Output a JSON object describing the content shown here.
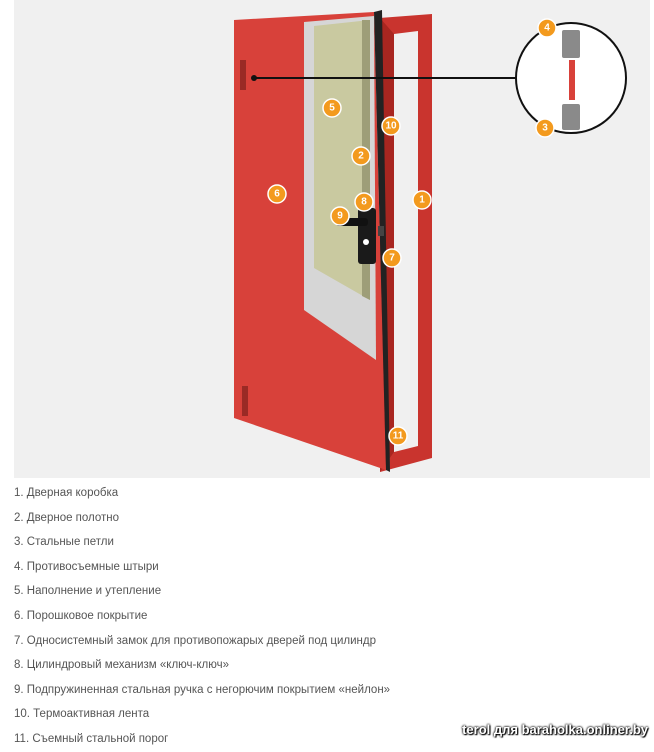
{
  "colors": {
    "frame": "#c9342e",
    "frame_dark": "#a82620",
    "leaf": "#d8413a",
    "insulation": "#c9c9a0",
    "panel": "#d6d6d6",
    "callout": "#f39a1e",
    "background": "#f0f0f0"
  },
  "diagram": {
    "callouts": [
      "5",
      "10",
      "2",
      "6",
      "1",
      "8",
      "9",
      "7",
      "11"
    ],
    "detail_callouts": [
      "4",
      "3"
    ]
  },
  "legend": [
    "1. Дверная коробка",
    "2. Дверное полотно",
    "3. Стальные петли",
    "4. Противосъемные штыри",
    "5. Наполнение и утепление",
    "6. Порошковое покрытие",
    "7. Односистемный замок для противопожарых дверей под цилиндр",
    "8. Цилиндровый механизм «ключ-ключ»",
    "9. Подпружиненная стальная ручка с негорючим покрытием «нейлон»",
    "10. Термоактивная лента",
    "11. Съемный стальной порог"
  ],
  "watermark": "terol для baraholka.onliner.by"
}
